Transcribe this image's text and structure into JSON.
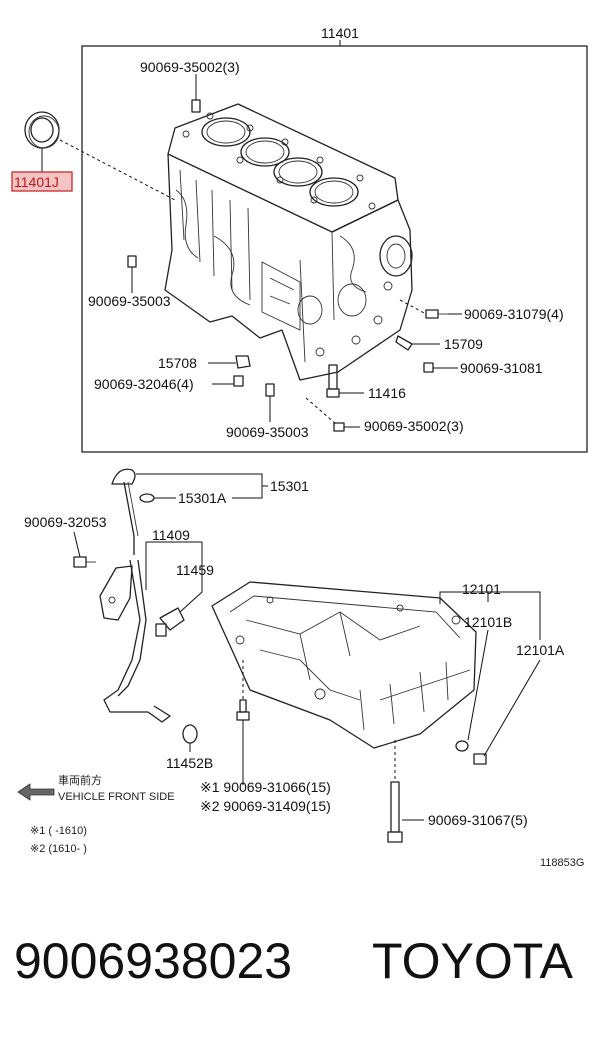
{
  "labels": {
    "l11401": "11401",
    "l90069_35002_3_top": "90069-35002(3)",
    "l11401J": "11401J",
    "l90069_35003_a": "90069-35003",
    "l90069_31079": "90069-31079(4)",
    "l15709": "15709",
    "l15708": "15708",
    "l90069_32046": "90069-32046(4)",
    "l90069_31081": "90069-31081",
    "l11416": "11416",
    "l90069_35003_b": "90069-35003",
    "l90069_35002_3_bot": "90069-35002(3)",
    "l15301": "15301",
    "l15301A": "15301A",
    "l90069_32053": "90069-32053",
    "l11409": "11409",
    "l11459": "11459",
    "l12101": "12101",
    "l12101B": "12101B",
    "l12101A": "12101A",
    "l11452B": "11452B",
    "l90069_31066": "※1 90069-31066(15)",
    "l90069_31409": "※2 90069-31409(15)",
    "l90069_31067": "90069-31067(5)",
    "front_jp": "車両前方",
    "front_en": "VEHICLE FRONT SIDE",
    "note1": "※1 (        -1610)",
    "note2": "※2 (1610-        )",
    "ref_code": "118853G"
  },
  "footer": {
    "part_number": "9006938023",
    "brand": "TOYOTA"
  },
  "colors": {
    "highlight_fill": "#f4c3c3",
    "highlight_stroke": "#cc2a2a",
    "highlight_text": "#c01818"
  }
}
